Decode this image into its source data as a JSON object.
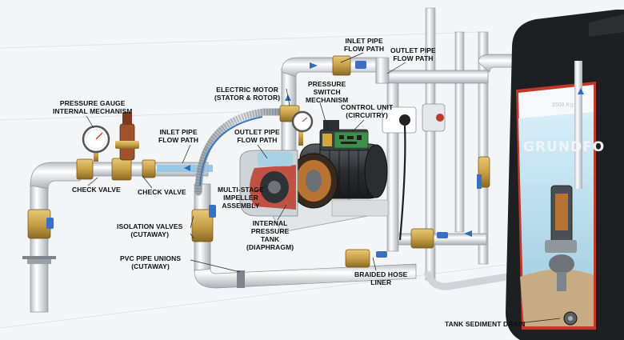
{
  "brand": "GRUNDFO",
  "tank_capacity": "2500 Kg",
  "labels": {
    "inlet_top": [
      "INLET PIPE",
      "FLOW PATH"
    ],
    "outlet_top": [
      "OUTLET PIPE",
      "FLOW PATH"
    ],
    "electric_motor": [
      "ELECTRIC MOTOR",
      "(STATOR & ROTOR)"
    ],
    "pressure_switch": [
      "PRESSURE",
      "SWITCH",
      "MECHANISM"
    ],
    "control_unit": [
      "CONTROL UNIT",
      "(CIRCUITRY)"
    ],
    "pressure_gauge": [
      "PRESSURE GAUGE",
      "INTERNAL MECHANISM"
    ],
    "inlet_mid": [
      "INLET PIPE",
      "FLOW PATH"
    ],
    "outlet_mid": [
      "OUTLET PIPE",
      "FLOW PATH"
    ],
    "check_valve_left": [
      "CHECK VALVE"
    ],
    "check_valve_right": [
      "CHECK VALVE"
    ],
    "impeller": [
      "MULTI-STAGE",
      "IMPELLER",
      "ASSEMBLY"
    ],
    "isolation_valves": [
      "ISOLATION VALVES",
      "(CUTAWAY)"
    ],
    "pressure_tank": [
      "INTERNAL",
      "PRESSURE",
      "TANK",
      "(DIAPHRAGM)"
    ],
    "pvc_unions": [
      "PVC PIPE UNIONS",
      "(CUTAWAY)"
    ],
    "braided_hose": [
      "BRAIDED HOSE",
      "LINER"
    ],
    "sediment_drain": [
      "TANK SEDIMENT DRAIN"
    ]
  },
  "colors": {
    "pipe": "#e9ecee",
    "brass": "#c9a047",
    "handle": "#3b6fc4",
    "water": "#bfe0f2",
    "tank": "#1d1f21",
    "tank_cut": "#c0392b",
    "leader": "#222222"
  }
}
